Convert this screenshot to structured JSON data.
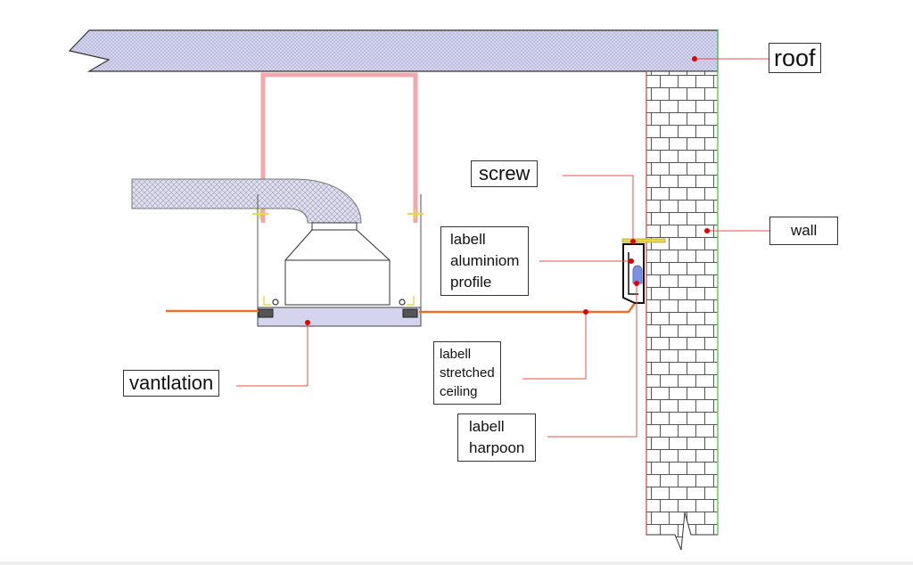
{
  "colors": {
    "structure": "#d2d2ee",
    "structure_outline": "#333333",
    "hanger": "#f0a8ac",
    "ceiling_film": "#e8722c",
    "leader": "#e05050",
    "marker": "#e00000",
    "screw": "#e8d84a",
    "harpoon": "#8090e0",
    "wall_edge": "#55cc55"
  },
  "labels": {
    "roof": "roof",
    "wall": "wall",
    "screw": "screw",
    "aluminium_profile": [
      "labell",
      "aluminiom",
      "profile"
    ],
    "stretched_ceiling": [
      "labell",
      "stretched",
      "ceiling"
    ],
    "harpoon": [
      "labell",
      "harpoon"
    ],
    "ventilation": "vantlation"
  }
}
